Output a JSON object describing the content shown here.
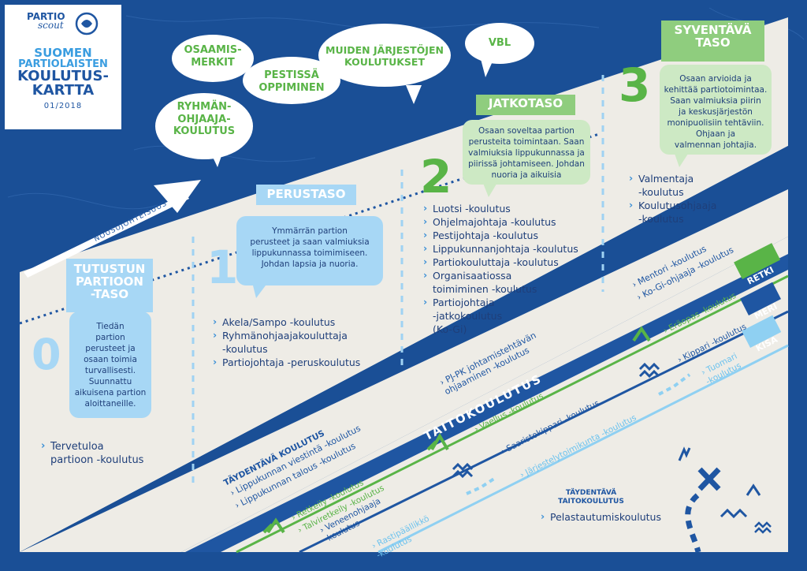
{
  "logo": {
    "line1": "PARTIO",
    "line2": "scout"
  },
  "map_title": {
    "line1": "SUOMEN",
    "line2": "PARTIOLAISTEN",
    "line3": "KOULUTUS-",
    "line4": "KARTTA",
    "date": "01/2018"
  },
  "bubbles": {
    "osaamismerkit": "OSAAMIS-\nMERKIT",
    "pestissa": "PESTISSÄ\nOPPIMINEN",
    "muiden": "MUIDEN JÄRJESTÖJEN\nKOULUTUKSET",
    "vbl": "VBL",
    "ryhmanohjaaja": "RYHMÄN-\nOHJAAJA-\nKOULUTUS"
  },
  "arrow_label": "NOUSUJOHTEISUUS",
  "levels": {
    "l0": {
      "number": "0",
      "title": "TUTUSTUN\nPARTIOON\n-TASO",
      "description": "Tiedän\npartion\nperusteet ja\nosaan toimia\nturvallisesti.\nSuunnattu\naikuisena partion\naloittaneille.",
      "courses": [
        "Tervetuloa\npartioon -koulutus"
      ]
    },
    "l1": {
      "number": "1",
      "title": "PERUSTASO",
      "description": "Ymmärrän partion\nperusteet ja saan valmiuksia\nlippukunnassa toimimiseen.\nJohdan lapsia ja nuoria.",
      "courses": [
        "Akela/Sampo  -koulutus",
        "Ryhmänohjaajakouluttaja\n-koulutus",
        "Partiojohtaja -peruskoulutus"
      ]
    },
    "l2": {
      "number": "2",
      "title": "JATKOTASO",
      "description": "Osaan soveltaa partion\nperusteita toimintaan. Saan\nvalmiuksia lippukunnassa ja\npiirissä johtamiseen. Johdan\nnuoria ja aikuisia",
      "courses": [
        "Luotsi -koulutus",
        "Ohjelmajohtaja -koulutus",
        "Pestijohtaja -koulutus",
        "Lippukunnanjohtaja -koulutus",
        "Partiokouluttaja -koulutus",
        "Organisaatiossa\ntoimiminen -koulutus",
        "Partiojohtaja\n-jatkokoulutus\n(Ko-Gi)"
      ]
    },
    "l3": {
      "number": "3",
      "title": "SYVENTÄVÄ\nTASO",
      "description": "Osaan arvioida ja\nkehittää partiotoimintaa.\nSaan valmiuksia piirin\nja keskusjärjestön\nmonipuolisiin tehtäviin.\nOhjaan ja\nvalmennan johtajia.",
      "courses": [
        "Valmentaja\n-koulutus",
        "Koulutusohjaaja\n-koulutus"
      ]
    }
  },
  "taydentava": {
    "title": "TÄYDENTÄVÄ KOULUTUS",
    "items": [
      "Lippukunnan viestintä -koulutus",
      "Lippukunnan talous -koulutus"
    ],
    "pj_pk": "PJ-PK johtamistehtävän\nohjaaminen -koulutus",
    "mentori": "Mentori -koulutus",
    "kogi_ohjaaja": "Ko-Gi-ohjaaja -koulutus"
  },
  "taitokoulutus": {
    "title": "TAITOKOULUTUS",
    "retki_label": "RETKI",
    "meri_label": "MERI",
    "kisa_label": "KISA",
    "retkeily": "Retkeily -koulutus",
    "talviretkeily": "Talviretkeily -koulutus",
    "vaellus": "Vaellus -koulutus",
    "eraopas": "Eräopas -koulutus",
    "veneenohjaaja": "Veneenohjaaja\n-koulutus",
    "saaristokippari": "Saaristokippari -koulutus",
    "kippari": "Kippari -koulutus",
    "rastipaallikko": "Rastipäällikkö\n-koulutus",
    "jarjestelytoimikunta": "Järjestelytoimikunta -koulutus",
    "tuomari": "Tuomari\n-koulutus"
  },
  "taydentava_taito": {
    "title": "TÄYDENTÄVÄ\nTAITOKOULUTUS",
    "item": "Pelastautumiskoulutus"
  },
  "colors": {
    "blue": "#1f56a2",
    "green": "#59b447",
    "light_blue": "#a7d7f5",
    "light_green": "#cde9c4",
    "beige": "#eeece6"
  }
}
